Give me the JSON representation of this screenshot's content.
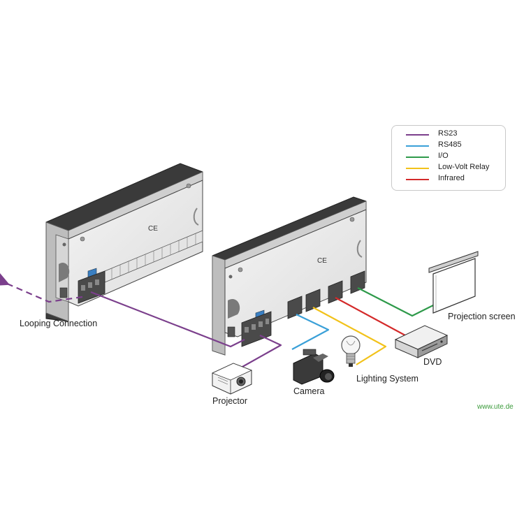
{
  "legend": {
    "items": [
      {
        "label": "RS23",
        "color": "#7b3f8c"
      },
      {
        "label": "RS485",
        "color": "#3aa0d8"
      },
      {
        "label": "I/O",
        "color": "#2e9a4a"
      },
      {
        "label": "Low-Volt Relay",
        "color": "#f2c21a"
      },
      {
        "label": "Infrared",
        "color": "#d42a2a"
      }
    ]
  },
  "labels": {
    "looping": "Looping Connection",
    "projector": "Projector",
    "camera": "Camera",
    "lighting": "Lighting System",
    "dvd": "DVD",
    "screen": "Projection screen"
  },
  "panel_marks": {
    "ce": "CE"
  },
  "footer": {
    "website": "www.ute.de"
  },
  "colors": {
    "panel_face": "#ececec",
    "panel_side": "#8a8a8a",
    "panel_back": "#2a2a2a",
    "outline": "#333333"
  }
}
